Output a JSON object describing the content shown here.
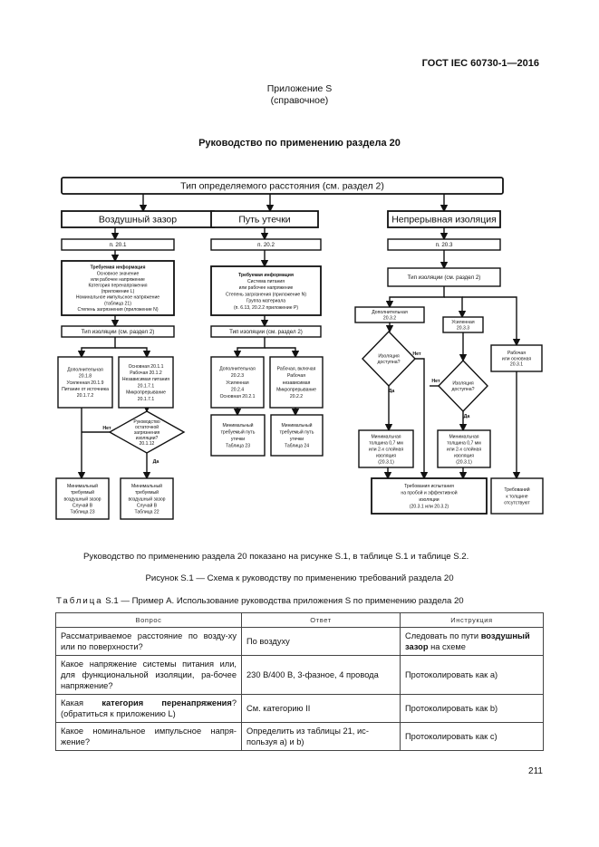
{
  "header": {
    "standard": "ГОСТ IEC 60730-1—2016",
    "appendix_title": "Приложение S",
    "appendix_note": "(справочное)",
    "section_title": "Руководство по применению раздела 20"
  },
  "flowchart": {
    "top_box": "Тип определяемого расстояния (см. раздел 2)",
    "branches": {
      "left": "Воздушный зазор",
      "mid": "Путь утечки",
      "right": "Непрерывная изоляция"
    },
    "clauses": {
      "left": "п. 20.1",
      "mid": "п. 20.2",
      "right": "п. 20.3"
    },
    "left_info": [
      "Требуемая информация",
      "Основное значение",
      "или рабочее напряжение",
      "Категория перенапряжения",
      "(приложение L)",
      "Номинальное импульсное напряжение",
      "(таблица 21)",
      "Степень загрязнения (приложение N)"
    ],
    "left_insulation": "Тип изоляции (см. раздел 2)",
    "left_a": [
      "Дополнительная",
      "20.1.8",
      "Усиленная 20.1.9",
      "Питание от источника",
      "20.1.7.2"
    ],
    "left_b": [
      "Основная 20.1.1",
      "Рабочая 20.1.2",
      "Независимая питания",
      "20.1.7.1",
      "Микропрерывание",
      "20.1.7.1"
    ],
    "left_decision": [
      "Руководство",
      "остаточной",
      "загрязнения",
      "изоляции?",
      "20.1.12"
    ],
    "left_no": "Нет",
    "left_yes": "Да",
    "left_out1": [
      "Минимальный",
      "требуемый",
      "воздушный зазор",
      "Случай B",
      "Таблица 23"
    ],
    "left_out2": [
      "Минимальный",
      "требуемый",
      "воздушный зазор",
      "Случай B",
      "Таблица 22"
    ],
    "mid_info": [
      "Требуемая информация",
      "Система питания",
      "или рабочее напряжение",
      "Степень загрязнения (приложение N)",
      "Группа материала",
      "(п. 6.13, 20.2.2 приложение Р)"
    ],
    "mid_insulation": "Тип изоляции (см. раздел 2)",
    "mid_a": [
      "Дополнительная",
      "20.2.3",
      "Усиленная",
      "20.2.4",
      "Основная 20.2.1"
    ],
    "mid_b": [
      "Рабочая, включая",
      "Рабочая",
      "независимая",
      "Микропрерывание",
      "20.2.2"
    ],
    "mid_out1": [
      "Минимальный",
      "требуемый путь",
      "утечки",
      "Таблица 23"
    ],
    "mid_out2": [
      "Минимальный",
      "требуемый путь",
      "утечки",
      "Таблица 24"
    ],
    "right_insulation": "Тип изоляции (см. раздел 2)",
    "right_add": [
      "Дополнительная",
      "20.3.2"
    ],
    "right_reinf": [
      "Усиленная",
      "20.3.3"
    ],
    "right_work": [
      "Рабочая",
      "или основная",
      "20.3.1"
    ],
    "right_dec1": [
      "Изоляция",
      "доступна?"
    ],
    "right_dec2": [
      "Изоляция",
      "доступна?"
    ],
    "right_no1": "Нет",
    "right_yes1": "Да",
    "right_no2": "Нет",
    "right_yes2": "Да",
    "right_min1": [
      "Минимальная",
      "толщина 0,7 мм",
      "или 2-х слойная",
      "изоляция",
      "(20.3.1)"
    ],
    "right_min2": [
      "Минимальная",
      "толщина 0,7 мм",
      "или 2-х слойная",
      "изоляция",
      "(20.3.1)"
    ],
    "right_req": [
      "Требования испытания",
      "на пробой и эффективной",
      "изоляции",
      "(20.3.1 или 20.3.2)"
    ],
    "right_none": [
      "Требований",
      "к толщине",
      "отсутствуют"
    ]
  },
  "captions": {
    "flow_note": "Руководство по применению раздела 20 показано на рисунке S.1, в таблице S.1 и таблице S.2.",
    "figure": "Рисунок S.1 — Схема к руководству по применению требований раздела 20",
    "table_word": "Таблица",
    "table_rest": "S.1 — Пример А. Использование руководства приложения S по применению раздела 20"
  },
  "table": {
    "headers": [
      "Вопрос",
      "Ответ",
      "Инструкция"
    ],
    "rows": [
      {
        "q": "Рассматриваемое расстояние по возду-ху или по поверхности?",
        "a": "По воздуху",
        "i_pre": "Следовать по пути ",
        "i_bold": "воздушный зазор",
        "i_post": " на схеме"
      },
      {
        "q": "Какое напряжение системы питания или, для функциональной изоляции, ра-бочее напряжение?",
        "a": "230 В/400 В, 3-фазное, 4 провода",
        "i_pre": "Протоколировать как а)",
        "i_bold": "",
        "i_post": ""
      },
      {
        "q_pre": "Какая ",
        "q_bold": "категория перенапряжения",
        "q_post": "? (обратиться к приложению L)",
        "a": "См. категорию II",
        "i_pre": "Протоколировать как b)",
        "i_bold": "",
        "i_post": ""
      },
      {
        "q": "Какое номинальное импульсное напря-жение?",
        "a": "Определить из таблицы 21, ис-пользуя а) и b)",
        "i_pre": "Протоколировать как с)",
        "i_bold": "",
        "i_post": ""
      }
    ]
  },
  "page_number": "211"
}
